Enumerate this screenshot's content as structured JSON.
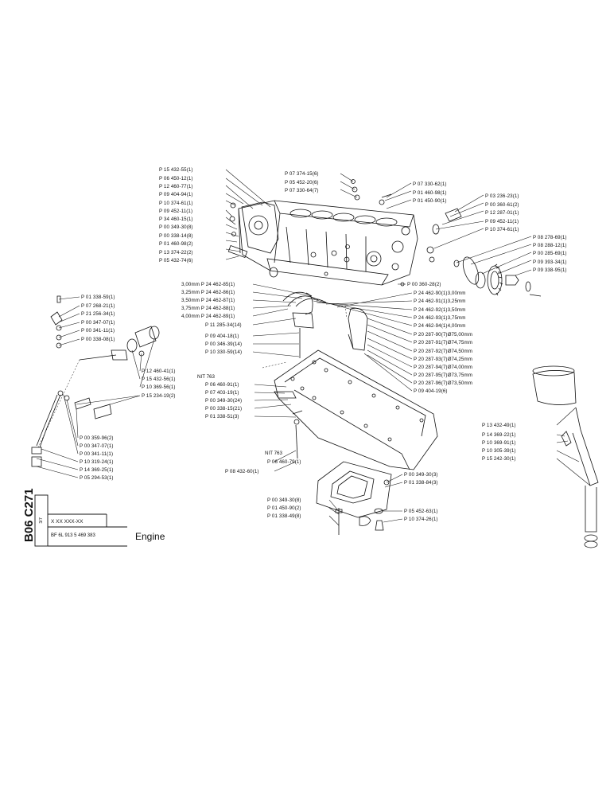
{
  "title_block": {
    "code": "B06 C271",
    "sheet": "3/7",
    "ref_placeholder": "X XX XXX-XX",
    "model": "BF 6L 913 5 469 383",
    "title": "Engine"
  },
  "nit_labels": [
    "NIT 763",
    "NIT 763"
  ],
  "labels_top_left": [
    "P 15 432-55(1)",
    "P 06 450-12(1)",
    "P 12 460-77(1)",
    "P 09 404-94(1)",
    "P 10 374-61(1)",
    "P 09 452-11(1)",
    "P 34 460-15(1)",
    "P 00 349-30(8)",
    "P 00 338-14(8)",
    "P 01 460-98(2)",
    "P 13 374-22(2)",
    "P 05 432-74(6)"
  ],
  "labels_top_center": [
    "P 07 374-15(6)",
    "P 05 452-20(6)",
    "P 07 330-64(7)"
  ],
  "labels_top_right_a": [
    "P 07 330-62(1)",
    "P 01 460-98(1)",
    "P 01 450-90(1)"
  ],
  "labels_top_right_b": [
    "P 03 236-23(1)",
    "P 00 360-61(2)",
    "P 12 287-01(1)",
    "P 09 452-11(1)",
    "P 10 374-61(1)"
  ],
  "labels_right_gear": [
    "P 08 278-69(1)",
    "P 08 288-12(1)",
    "P 00 285-69(1)",
    "P 09 393-34(1)",
    "P 09 338-95(1)"
  ],
  "label_center_small": "P 00 360-28(2)",
  "labels_bearing_left": [
    "3,00mm P 24 462-85(1)",
    "3,25mm P 24 462-86(1)",
    "3,50mm P 24 462-87(1)",
    "3,75mm P 24 462-88(1)",
    "4,00mm P 24 462-89(1)",
    "P 11 285-34(14)",
    "P 09 404-18(1)",
    "P 00 346-39(14)",
    "P 10 330-59(14)"
  ],
  "labels_bearing_right": [
    "P 24 462-90(1)3,00mm",
    "P 24 462-91(1)3,25mm",
    "P 24 462-92(1)3,50mm",
    "P 24 462-93(1)3,75mm",
    "P 24 462-94(1)4,00mm",
    "P 20 287-90(7)Ø75,00mm",
    "P 20 287-91(7)Ø74,75mm",
    "P 20 287-92(7)Ø74,50mm",
    "P 20 287-93(7)Ø74,25mm",
    "P 20 287-94(7)Ø74,00mm",
    "P 20 287-95(7)Ø73,75mm",
    "P 20 287-96(7)Ø73,50mm",
    "P 09 404-19(6)"
  ],
  "labels_dipstick": [
    "P 01 338-59(1)",
    "P 07 268-21(1)",
    "P 21 256-34(1)",
    "P 00 347-07(1)",
    "P 00 341-11(1)",
    "P 00 338-08(1)"
  ],
  "labels_filler": [
    "P 12 460-41(1)",
    "P 15 432-56(1)",
    "P 10 369-56(1)",
    "P 15 234-19(2)"
  ],
  "labels_tube": [
    "P 00 359-96(2)",
    "P 00 347-07(1)",
    "P 00 341-11(1)",
    "P 10 319-24(1)",
    "P 14 369-25(1)",
    "P 05 294-53(1)"
  ],
  "labels_sump_a": [
    "P 06 460-91(1)",
    "P 07 403-19(1)",
    "P 00 349-30(24)",
    "P 00 338-15(21)",
    "P 01 338-51(3)"
  ],
  "labels_sump_b": [
    "P 06 460-79(1)",
    "P 08 432-60(1)"
  ],
  "labels_sump_right": [
    "P 00 349-30(3)",
    "P 01 338-84(3)"
  ],
  "labels_drain_left": [
    "P 00 349-30(8)",
    "P 01 450-90(2)",
    "P 01 338-49(8)"
  ],
  "labels_drain_right": [
    "P 05 452-63(1)",
    "P 10 374-26(1)"
  ],
  "labels_breather": [
    "P 13 432-49(1)",
    "P 14 369-22(1)",
    "P 10 369-91(1)",
    "P 10 305-39(1)",
    "P 15 242-30(1)"
  ]
}
